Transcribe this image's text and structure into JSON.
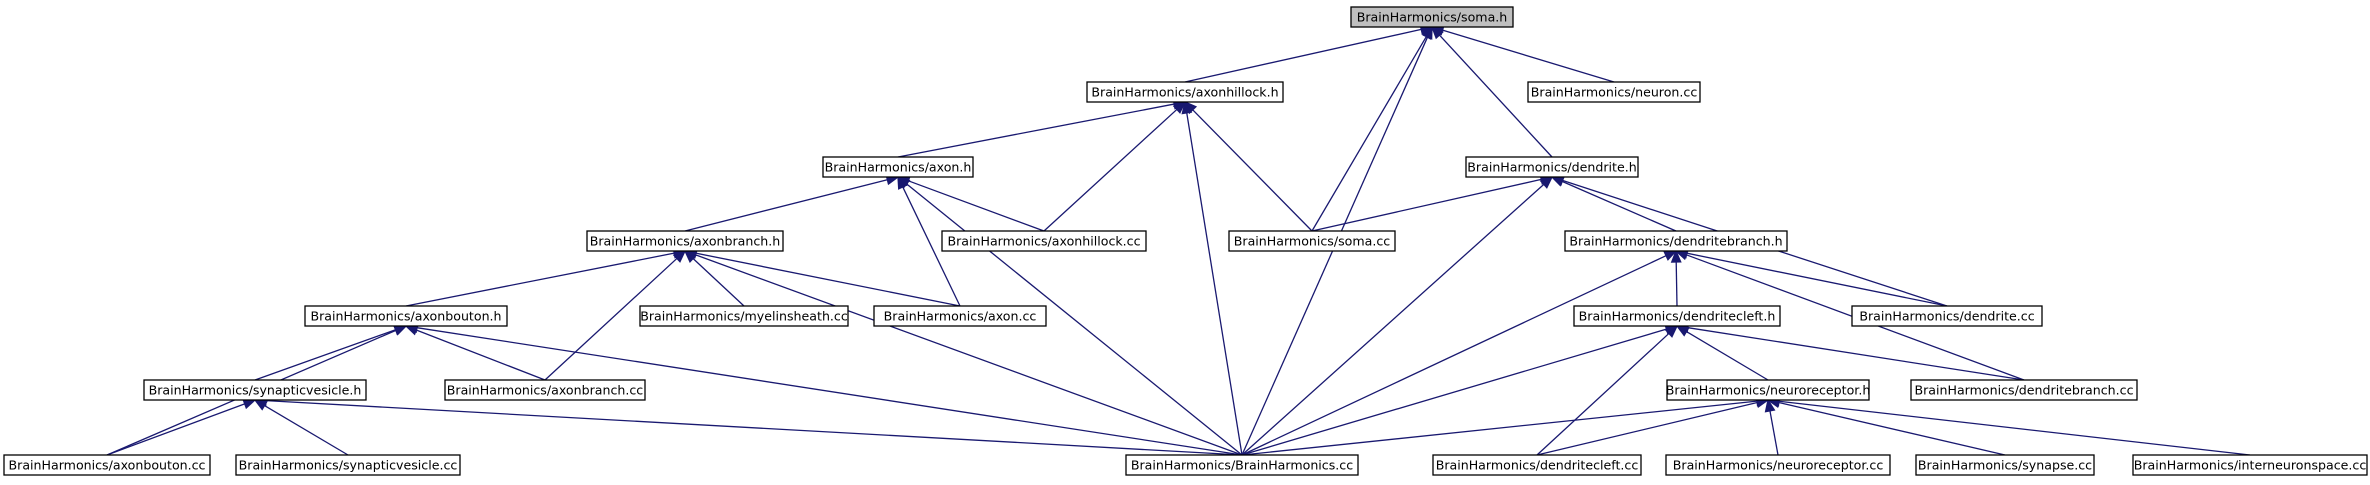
{
  "nodes": [
    {
      "id": "soma_h",
      "label": "BrainHarmonics/soma.h",
      "root": true
    },
    {
      "id": "axonhillock_h",
      "label": "BrainHarmonics/axonhillock.h"
    },
    {
      "id": "neuron_cc",
      "label": "BrainHarmonics/neuron.cc"
    },
    {
      "id": "axon_h",
      "label": "BrainHarmonics/axon.h"
    },
    {
      "id": "dendrite_h",
      "label": "BrainHarmonics/dendrite.h"
    },
    {
      "id": "axonbranch_h",
      "label": "BrainHarmonics/axonbranch.h"
    },
    {
      "id": "axonhillock_cc",
      "label": "BrainHarmonics/axonhillock.cc"
    },
    {
      "id": "soma_cc",
      "label": "BrainHarmonics/soma.cc"
    },
    {
      "id": "dendritebranch_h",
      "label": "BrainHarmonics/dendritebranch.h"
    },
    {
      "id": "axonbouton_h",
      "label": "BrainHarmonics/axonbouton.h"
    },
    {
      "id": "myelinsheath_cc",
      "label": "BrainHarmonics/myelinsheath.cc"
    },
    {
      "id": "axon_cc",
      "label": "BrainHarmonics/axon.cc"
    },
    {
      "id": "dendritecleft_h",
      "label": "BrainHarmonics/dendritecleft.h"
    },
    {
      "id": "dendrite_cc",
      "label": "BrainHarmonics/dendrite.cc"
    },
    {
      "id": "synapticvesicle_h",
      "label": "BrainHarmonics/synapticvesicle.h"
    },
    {
      "id": "axonbranch_cc",
      "label": "BrainHarmonics/axonbranch.cc"
    },
    {
      "id": "neuroreceptor_h",
      "label": "BrainHarmonics/neuroreceptor.h"
    },
    {
      "id": "dendritebranch_cc",
      "label": "BrainHarmonics/dendritebranch.cc"
    },
    {
      "id": "axonbouton_cc",
      "label": "BrainHarmonics/axonbouton.cc"
    },
    {
      "id": "synapticvesicle_cc",
      "label": "BrainHarmonics/synapticvesicle.cc"
    },
    {
      "id": "brainharmonics_cc",
      "label": "BrainHarmonics/BrainHarmonics.cc"
    },
    {
      "id": "dendritecleft_cc",
      "label": "BrainHarmonics/dendritecleft.cc"
    },
    {
      "id": "neuroreceptor_cc",
      "label": "BrainHarmonics/neuroreceptor.cc"
    },
    {
      "id": "synapse_cc",
      "label": "BrainHarmonics/synapse.cc"
    },
    {
      "id": "interneuronspace_cc",
      "label": "BrainHarmonics/interneuronspace.cc"
    }
  ],
  "edges": [
    {
      "from": "soma_h",
      "to": "axonhillock_h"
    },
    {
      "from": "soma_h",
      "to": "neuron_cc"
    },
    {
      "from": "soma_h",
      "to": "dendrite_h"
    },
    {
      "from": "soma_h",
      "to": "soma_cc"
    },
    {
      "from": "soma_h",
      "to": "brainharmonics_cc"
    },
    {
      "from": "axonhillock_h",
      "to": "axon_h"
    },
    {
      "from": "axonhillock_h",
      "to": "axonhillock_cc"
    },
    {
      "from": "axonhillock_h",
      "to": "soma_cc"
    },
    {
      "from": "axonhillock_h",
      "to": "brainharmonics_cc"
    },
    {
      "from": "axon_h",
      "to": "axonbranch_h"
    },
    {
      "from": "axon_h",
      "to": "axonhillock_cc"
    },
    {
      "from": "axon_h",
      "to": "axon_cc"
    },
    {
      "from": "axon_h",
      "to": "brainharmonics_cc"
    },
    {
      "from": "dendrite_h",
      "to": "soma_cc"
    },
    {
      "from": "dendrite_h",
      "to": "dendritebranch_h"
    },
    {
      "from": "dendrite_h",
      "to": "dendrite_cc"
    },
    {
      "from": "dendrite_h",
      "to": "brainharmonics_cc"
    },
    {
      "from": "axonbranch_h",
      "to": "axonbouton_h"
    },
    {
      "from": "axonbranch_h",
      "to": "myelinsheath_cc"
    },
    {
      "from": "axonbranch_h",
      "to": "axon_cc"
    },
    {
      "from": "axonbranch_h",
      "to": "axonbranch_cc"
    },
    {
      "from": "axonbranch_h",
      "to": "brainharmonics_cc"
    },
    {
      "from": "dendritebranch_h",
      "to": "dendritecleft_h"
    },
    {
      "from": "dendritebranch_h",
      "to": "dendrite_cc"
    },
    {
      "from": "dendritebranch_h",
      "to": "dendritebranch_cc"
    },
    {
      "from": "dendritebranch_h",
      "to": "brainharmonics_cc"
    },
    {
      "from": "axonbouton_h",
      "to": "synapticvesicle_h"
    },
    {
      "from": "axonbouton_h",
      "to": "axonbranch_cc"
    },
    {
      "from": "axonbouton_h",
      "to": "axonbouton_cc"
    },
    {
      "from": "axonbouton_h",
      "to": "brainharmonics_cc"
    },
    {
      "from": "dendritecleft_h",
      "to": "neuroreceptor_h"
    },
    {
      "from": "dendritecleft_h",
      "to": "dendritebranch_cc"
    },
    {
      "from": "dendritecleft_h",
      "to": "dendritecleft_cc"
    },
    {
      "from": "dendritecleft_h",
      "to": "brainharmonics_cc"
    },
    {
      "from": "synapticvesicle_h",
      "to": "axonbouton_cc"
    },
    {
      "from": "synapticvesicle_h",
      "to": "synapticvesicle_cc"
    },
    {
      "from": "synapticvesicle_h",
      "to": "brainharmonics_cc"
    },
    {
      "from": "neuroreceptor_h",
      "to": "brainharmonics_cc"
    },
    {
      "from": "neuroreceptor_h",
      "to": "dendritecleft_cc"
    },
    {
      "from": "neuroreceptor_h",
      "to": "neuroreceptor_cc"
    },
    {
      "from": "neuroreceptor_h",
      "to": "synapse_cc"
    },
    {
      "from": "neuroreceptor_h",
      "to": "interneuronspace_cc"
    }
  ],
  "colors": {
    "edge": "#191970",
    "node_border": "#000000",
    "node_fill": "#ffffff",
    "root_fill": "#bfbfbf"
  }
}
